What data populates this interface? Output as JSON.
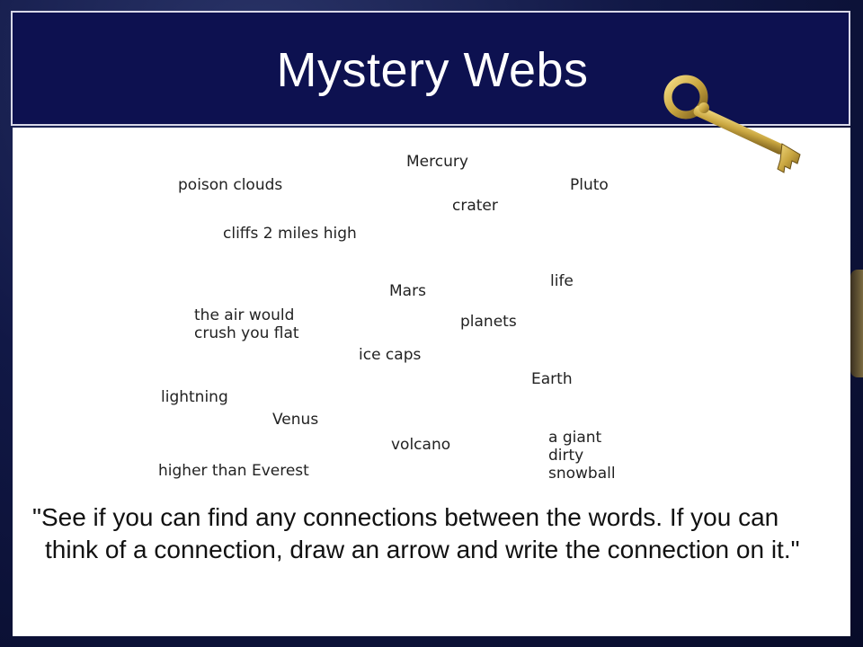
{
  "slide": {
    "title": "Mystery Webs",
    "words": [
      {
        "id": "mercury",
        "text": "Mercury"
      },
      {
        "id": "poison-clouds",
        "text": "poison clouds"
      },
      {
        "id": "pluto",
        "text": "Pluto"
      },
      {
        "id": "crater",
        "text": "crater"
      },
      {
        "id": "cliffs",
        "text": "cliffs 2 miles high"
      },
      {
        "id": "life",
        "text": "life"
      },
      {
        "id": "mars",
        "text": "Mars"
      },
      {
        "id": "crush",
        "text": "the air would\ncrush you flat"
      },
      {
        "id": "planets",
        "text": "planets"
      },
      {
        "id": "ice-caps",
        "text": "ice caps"
      },
      {
        "id": "earth",
        "text": "Earth"
      },
      {
        "id": "lightning",
        "text": "lightning"
      },
      {
        "id": "venus",
        "text": "Venus"
      },
      {
        "id": "volcano",
        "text": "volcano"
      },
      {
        "id": "snowball",
        "text": "a giant\ndirty\nsnowball"
      },
      {
        "id": "everest",
        "text": "higher than Everest"
      }
    ],
    "instructions": "\"See if you can find any connections between the words. If you can think of a connection, draw an arrow and write the connection on it.\""
  },
  "icons": {
    "key": "key-icon"
  },
  "colors": {
    "title_bar": "#0d1150",
    "background": "#111846",
    "content": "#ffffff",
    "key_gold": "#c9a640"
  }
}
